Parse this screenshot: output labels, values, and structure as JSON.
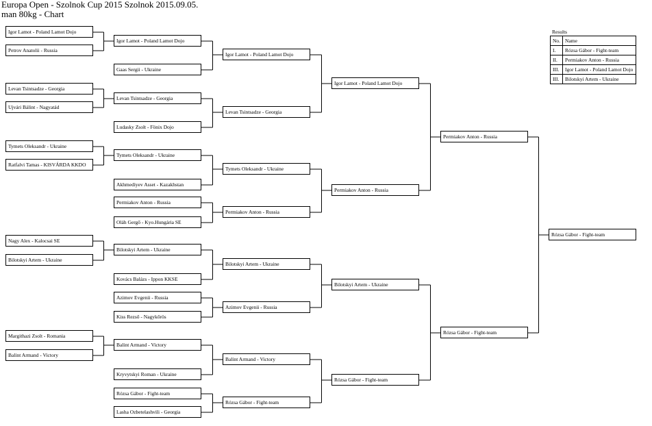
{
  "header": {
    "line1": "Europa Open - Szolnok Cup 2015 Szolnok 2015.09.05.",
    "line2": "man 80kg - Chart"
  },
  "bracket": {
    "round1": [
      "Igor Lamot - Poland Lamot Dojo",
      "Petrov Anatolii - Russia",
      "Levan Tsintsadze - Georgia",
      "Ujvári Bálint - Nagyatád",
      "Tymets Oleksandr - Ukraine",
      "Ratfalvi Tamas - KISVÁRDA KKDO",
      "Nagy Alex - Kalocsai SE",
      "Bilotskyi Artem - Ukraine",
      "Margithazi Zsolt - Romania",
      "Balint Armand - Victory"
    ],
    "round2": [
      "Igor Lamot - Poland Lamot Dojo",
      "Gaas Sergii - Ukraine",
      "Levan Tsintsadze - Georgia",
      "Ludasky Zsolt - Fönix Dojo",
      "Tymets Oleksandr - Ukraine",
      "Akhmediyev Asset - Kazakhstan",
      "Permiakov Anton - Russia",
      "Oláh Gergő - Kyo.Hungária SE",
      "Bilotskyi Artem - Ukraine",
      "Kovács Balázs - Ippon KKSE",
      "Azimov Evgenii - Russia",
      "Kiss Rezső - Nagykőrös",
      "Balint Armand - Victory",
      "Kryvytskyi Roman - Ukraine",
      "Rózsa Gábor - Fight-team",
      "Lasha Ozbetelashvili - Georgia"
    ],
    "round3": [
      "Igor Lamot - Poland Lamot Dojo",
      "Levan Tsintsadze - Georgia",
      "Tymets Oleksandr - Ukraine",
      "Permiakov Anton - Russia",
      "Bilotskyi Artem - Ukraine",
      "Azimov Evgenii - Russia",
      "Balint Armand - Victory",
      "Rózsa Gábor - Fight-team"
    ],
    "round4": [
      "Igor Lamot - Poland Lamot Dojo",
      "Permiakov Anton - Russia",
      "Bilotskyi Artem - Ukraine",
      "Rózsa Gábor - Fight-team"
    ],
    "round5": [
      "Permiakov Anton - Russia",
      "Rózsa Gábor - Fight-team"
    ],
    "final": [
      "Rózsa Gábor - Fight-team"
    ]
  },
  "results": {
    "title": "Results",
    "header": {
      "no": "No.",
      "name": "Name"
    },
    "rows": [
      {
        "rank": "I.",
        "name": "Rózsa Gábor - Fight-team"
      },
      {
        "rank": "II.",
        "name": "Permiakov Anton - Russia"
      },
      {
        "rank": "III.",
        "name": "Igor Lamot - Poland Lamot Dojo"
      },
      {
        "rank": "III.",
        "name": "Bilotskyi Artem - Ukraine"
      }
    ]
  }
}
